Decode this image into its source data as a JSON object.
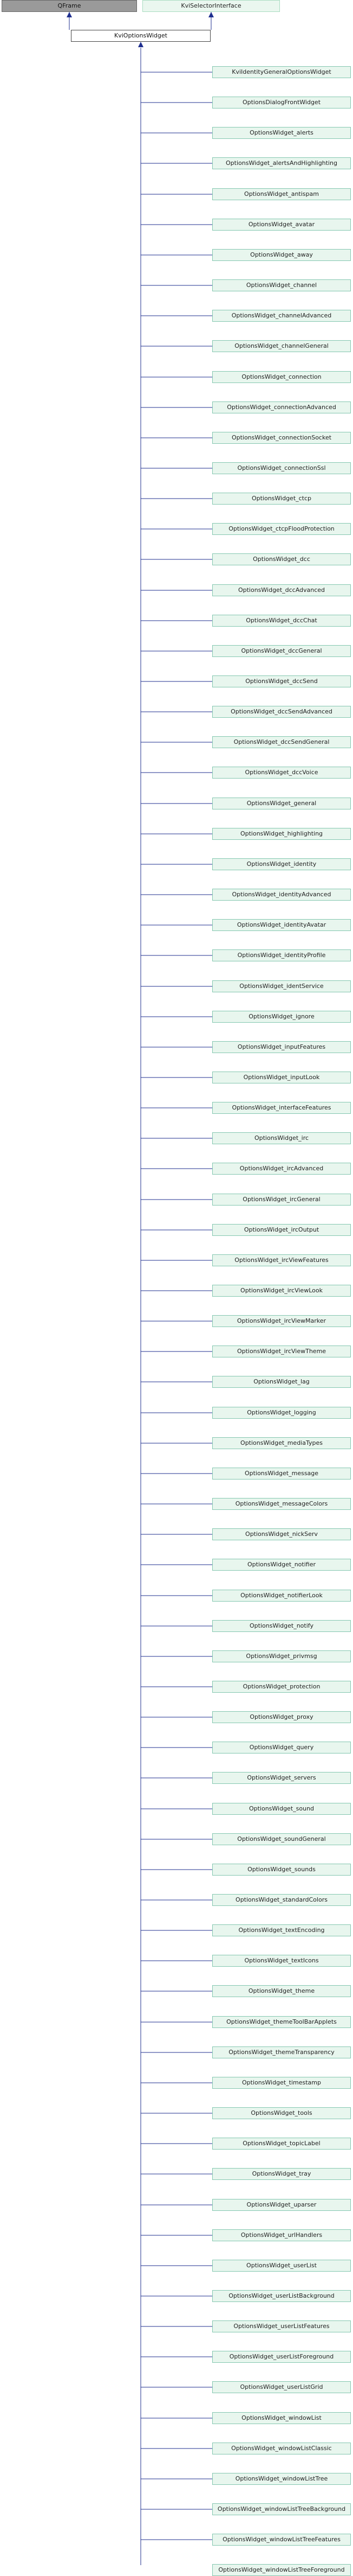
{
  "parents": {
    "qframe": "QFrame",
    "interface": "KviSelectorInterface"
  },
  "root": "KviOptionsWidget",
  "children": [
    "KviIdentityGeneralOptionsWidget",
    "OptionsDialogFrontWidget",
    "OptionsWidget_alerts",
    "OptionsWidget_alertsAndHighlighting",
    "OptionsWidget_antispam",
    "OptionsWidget_avatar",
    "OptionsWidget_away",
    "OptionsWidget_channel",
    "OptionsWidget_channelAdvanced",
    "OptionsWidget_channelGeneral",
    "OptionsWidget_connection",
    "OptionsWidget_connectionAdvanced",
    "OptionsWidget_connectionSocket",
    "OptionsWidget_connectionSsl",
    "OptionsWidget_ctcp",
    "OptionsWidget_ctcpFloodProtection",
    "OptionsWidget_dcc",
    "OptionsWidget_dccAdvanced",
    "OptionsWidget_dccChat",
    "OptionsWidget_dccGeneral",
    "OptionsWidget_dccSend",
    "OptionsWidget_dccSendAdvanced",
    "OptionsWidget_dccSendGeneral",
    "OptionsWidget_dccVoice",
    "OptionsWidget_general",
    "OptionsWidget_highlighting",
    "OptionsWidget_identity",
    "OptionsWidget_identityAdvanced",
    "OptionsWidget_identityAvatar",
    "OptionsWidget_identityProfile",
    "OptionsWidget_identService",
    "OptionsWidget_ignore",
    "OptionsWidget_inputFeatures",
    "OptionsWidget_inputLook",
    "OptionsWidget_interfaceFeatures",
    "OptionsWidget_irc",
    "OptionsWidget_ircAdvanced",
    "OptionsWidget_ircGeneral",
    "OptionsWidget_ircOutput",
    "OptionsWidget_ircViewFeatures",
    "OptionsWidget_ircViewLook",
    "OptionsWidget_ircViewMarker",
    "OptionsWidget_ircViewTheme",
    "OptionsWidget_lag",
    "OptionsWidget_logging",
    "OptionsWidget_mediaTypes",
    "OptionsWidget_message",
    "OptionsWidget_messageColors",
    "OptionsWidget_nickServ",
    "OptionsWidget_notifier",
    "OptionsWidget_notifierLook",
    "OptionsWidget_notify",
    "OptionsWidget_privmsg",
    "OptionsWidget_protection",
    "OptionsWidget_proxy",
    "OptionsWidget_query",
    "OptionsWidget_servers",
    "OptionsWidget_sound",
    "OptionsWidget_soundGeneral",
    "OptionsWidget_sounds",
    "OptionsWidget_standardColors",
    "OptionsWidget_textEncoding",
    "OptionsWidget_textIcons",
    "OptionsWidget_theme",
    "OptionsWidget_themeToolBarApplets",
    "OptionsWidget_themeTransparency",
    "OptionsWidget_timestamp",
    "OptionsWidget_tools",
    "OptionsWidget_topicLabel",
    "OptionsWidget_tray",
    "OptionsWidget_uparser",
    "OptionsWidget_urlHandlers",
    "OptionsWidget_userList",
    "OptionsWidget_userListBackground",
    "OptionsWidget_userListFeatures",
    "OptionsWidget_userListForeground",
    "OptionsWidget_userListGrid",
    "OptionsWidget_windowList",
    "OptionsWidget_windowListClassic",
    "OptionsWidget_windowListTree",
    "OptionsWidget_windowListTreeBackground",
    "OptionsWidget_windowListTreeFeatures",
    "OptionsWidget_windowListTreeForeground"
  ],
  "colors": {
    "edge": "#1f2f8f",
    "node_fill": "#e8f6ee",
    "node_border": "#84c7b0",
    "qframe_fill": "#9a9a9a"
  }
}
